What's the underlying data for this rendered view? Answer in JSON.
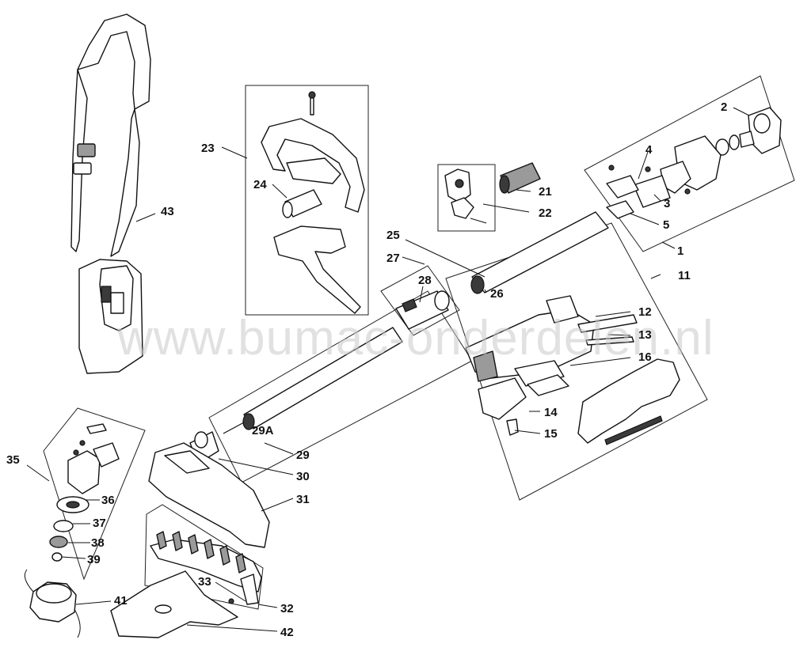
{
  "watermark": "www.bumac-onderdelen.nl",
  "callouts": {
    "c1": "1",
    "c2": "2",
    "c3": "3",
    "c4": "4",
    "c5": "5",
    "c11": "11",
    "c12": "12",
    "c13": "13",
    "c14": "14",
    "c15": "15",
    "c16": "16",
    "c21": "21",
    "c22": "22",
    "c23": "23",
    "c24": "24",
    "c25": "25",
    "c26": "26",
    "c27": "27",
    "c28": "28",
    "c29": "29",
    "c29a": "29A",
    "c30": "30",
    "c31": "31",
    "c32": "32",
    "c33": "33",
    "c35": "35",
    "c36": "36",
    "c37": "37",
    "c38": "38",
    "c39": "39",
    "c41": "41",
    "c42": "42",
    "c43": "43"
  }
}
